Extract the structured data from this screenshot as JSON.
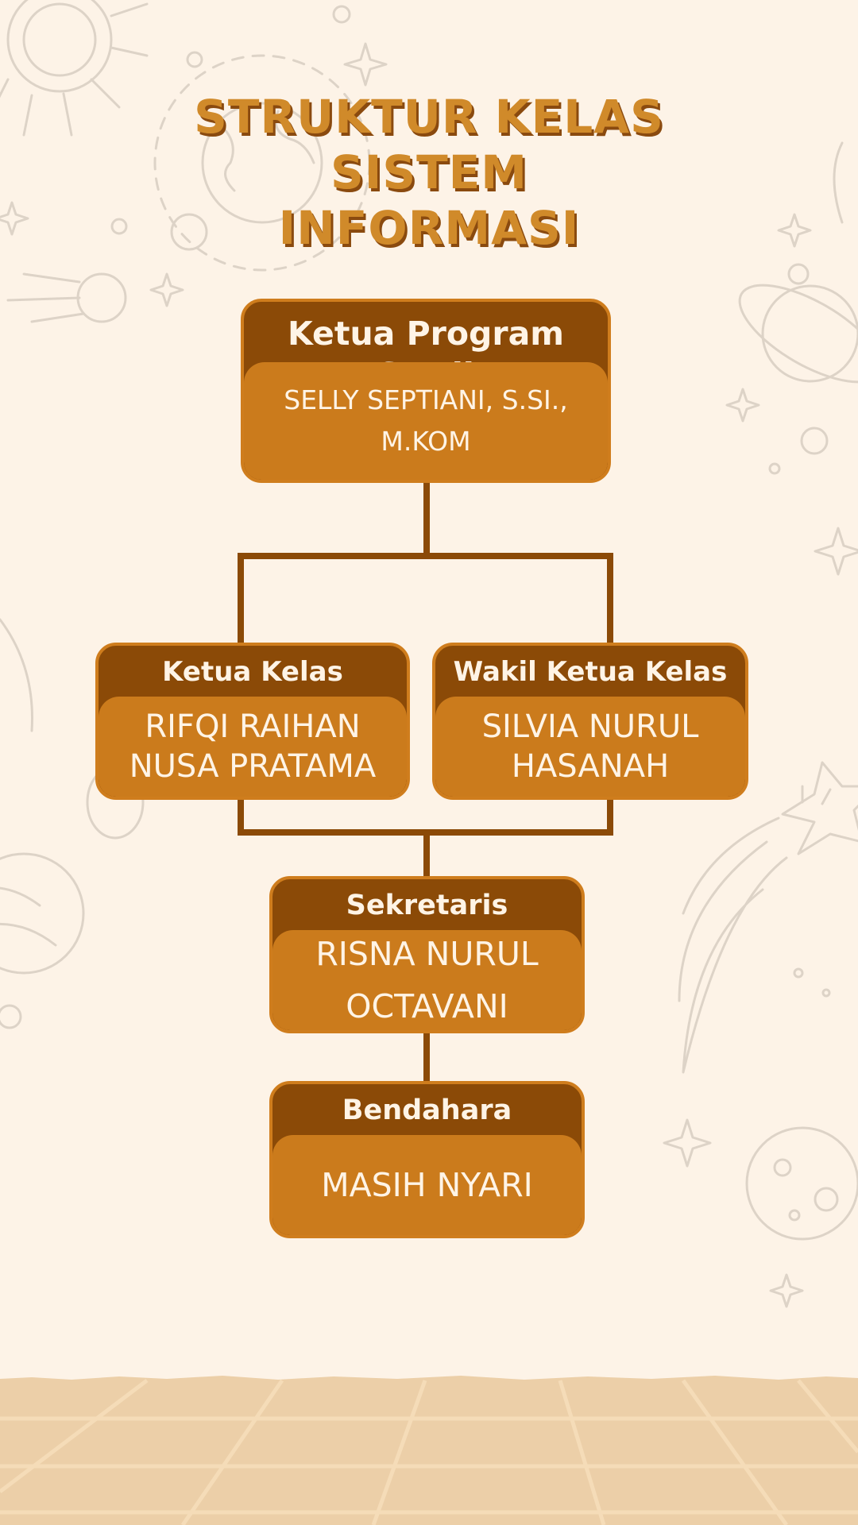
{
  "title": {
    "line1": "STRUKTUR KELAS SISTEM",
    "line2": "INFORMASI"
  },
  "nodes": {
    "kaprodi": {
      "role": "Ketua Program Studi",
      "name_line1": "SELLY SEPTIANI, S.SI.,",
      "name_line2": "M.KOM"
    },
    "ketua": {
      "role": "Ketua Kelas",
      "name_line1": "RIFQI RAIHAN",
      "name_line2": "NUSA PRATAMA"
    },
    "wakil": {
      "role": "Wakil Ketua Kelas",
      "name_line1": "SILVIA NURUL",
      "name_line2": "HASANAH"
    },
    "sekretaris": {
      "role": "Sekretaris",
      "name_line1": "RISNA NURUL",
      "name_line2": "OCTAVANI"
    },
    "bendahara": {
      "role": "Bendahara",
      "name_line1": "MASIH NYARI"
    }
  },
  "colors": {
    "background": "#fdf3e7",
    "header": "#8b4a07",
    "body": "#cb7b1c",
    "border": "#cf7d1d",
    "title": "#d08a2a",
    "title_shadow": "#8a4a0f",
    "text": "#fff4e6",
    "floor": "#eccfa8"
  },
  "decorations": [
    "sun-icon",
    "planet-icon",
    "ringed-planet-icon",
    "comet-icon",
    "shooting-star-icon",
    "moon-icon",
    "sparkle-star-icon",
    "floor-tiles"
  ]
}
